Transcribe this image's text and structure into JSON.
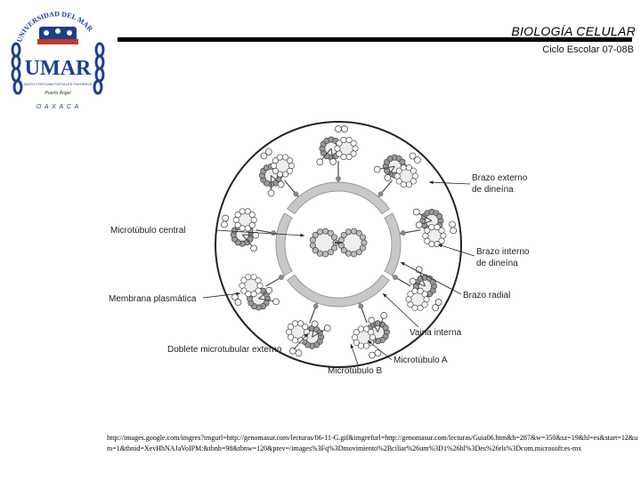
{
  "header": {
    "title": "BIOLOGÍA CELULAR",
    "subtitle": "Ciclo Escolar 07-08B"
  },
  "logo": {
    "arc_text": "UNIVERSIDAD DEL MAR",
    "initials": "UMAR",
    "motto_1": "TANTO FORTUNA FORTALES FAVORECE",
    "motto_2": "Puerto Ángel",
    "location": "O A X A C A",
    "colors": {
      "blue": "#1c3f8f",
      "red": "#c0392b"
    }
  },
  "diagram": {
    "labels": {
      "dynein_outer": [
        "Brazo externo",
        "de dineína"
      ],
      "central_microtubule": "Microtúbulo central",
      "dynein_inner": [
        "Brazo interno",
        "de dineína"
      ],
      "plasma_membrane": "Membrana plasmática",
      "radial_arm": "Brazo radial",
      "inner_sheath": "Vaina interna",
      "outer_doublet": "Doblete microtubular externo",
      "microtubule_a": "Microtúbulo A",
      "microtubule_b": "Micrótúbulo B"
    }
  },
  "source": {
    "url": "http://images.google.com/imgres?imgurl=http://genomasur.com/lecturas/06-11-G.gif&imgrefurl=http://genomasur.com/lecturas/Guia06.htm&h=287&w=350&sz=19&hl=es&start=12&um=1&tbnid=XevHhNAJaVoIPM:&tbnh=98&tbnw=120&prev=/images%3Fq%3Dmovimiento%2Bciliar%26um%3D1%26hl%3Des%26rls%3Dcom.microsoft:es-mx"
  }
}
